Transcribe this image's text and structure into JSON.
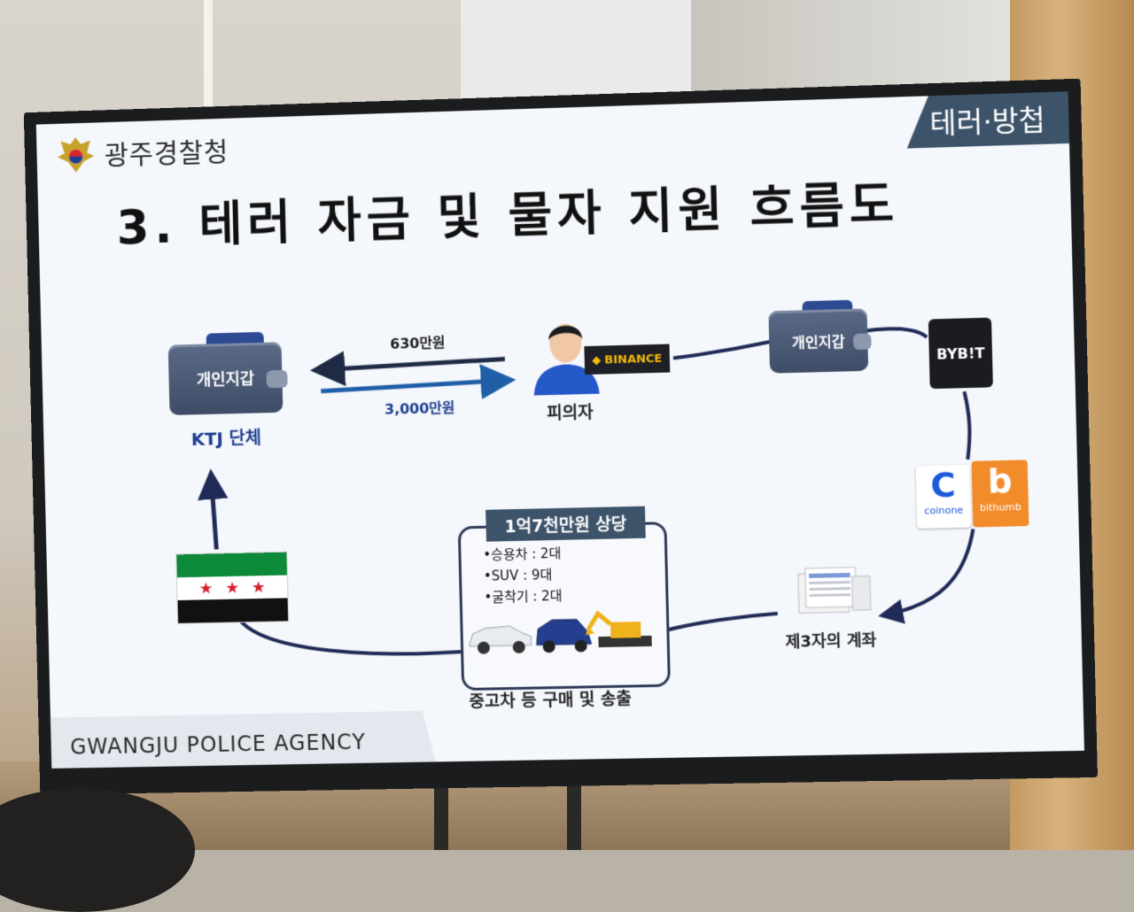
{
  "slide": {
    "agency_korean": "광주경찰청",
    "section_tag": "테러·방첩",
    "title": "3. 테러 자금 및 물자 지원 흐름도",
    "footer": "GWANGJU POLICE AGENCY"
  },
  "flow": {
    "wallet_label": "개인지갑",
    "ktj_label": "KTJ 단체",
    "amount_top": "630만원",
    "amount_bottom": "3,000만원",
    "suspect_label": "피의자",
    "binance_label": "BINANCE",
    "bybit_label": "BYB!T",
    "coinone_letter": "C",
    "coinone_label": "coinone",
    "bithumb_letter": "b",
    "bithumb_label": "bithumb",
    "third_party_label": "제3자의 계좌",
    "value_header": "1억7천만원 상당",
    "value_items": [
      "•승용차 : 2대",
      "•SUV : 9대",
      "•굴착기 : 2대"
    ],
    "purchase_label": "중고차 등 구매 및 송출"
  },
  "colors": {
    "arrow_dark": "#1f2a44",
    "arrow_blue": "#1f5fa8",
    "flow_line": "#202a57",
    "header_bg": "#3d5369"
  }
}
